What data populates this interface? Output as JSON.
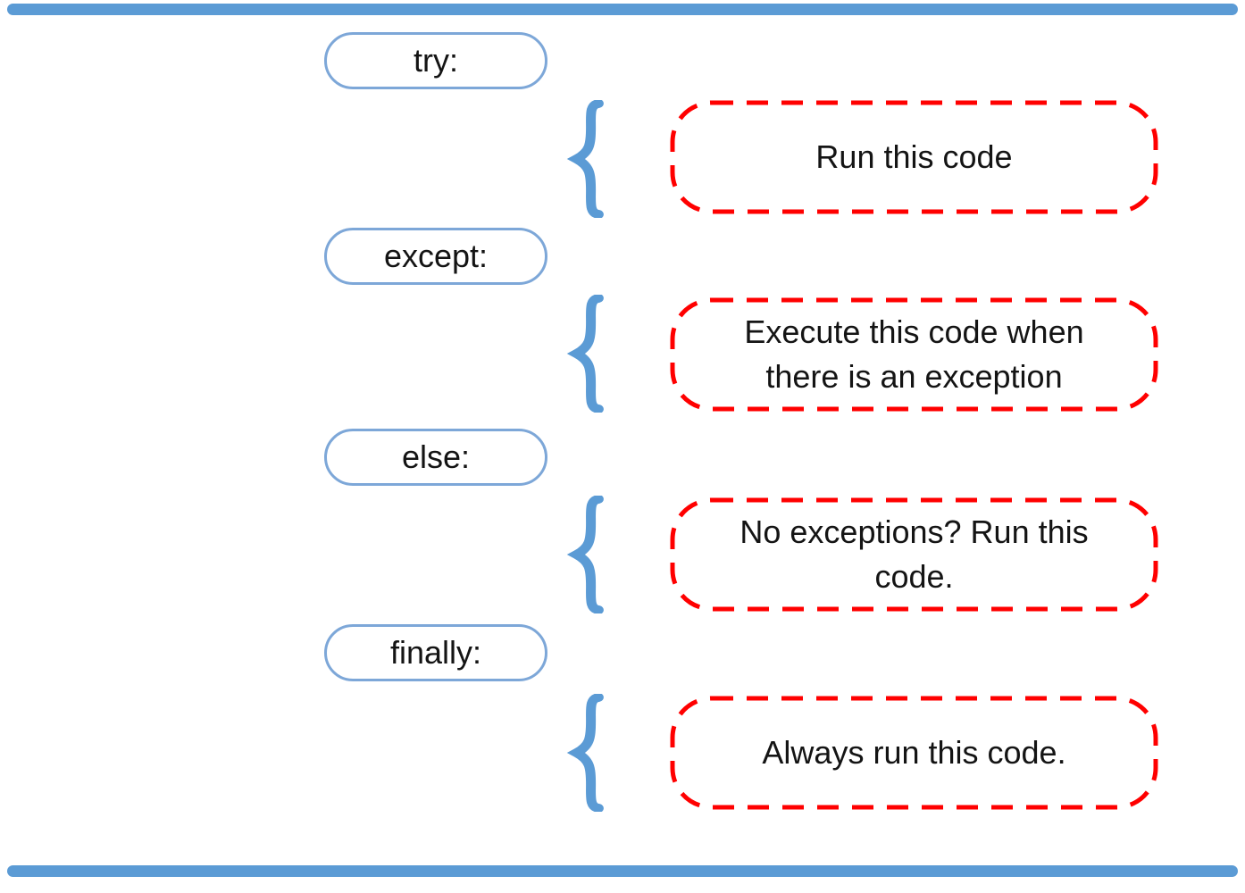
{
  "colors": {
    "bar_blue": "#5B9BD5",
    "pill_border_blue": "#7DA7D8",
    "dashed_red": "#FF0000",
    "text_black": "#141414"
  },
  "icons": {
    "curly_brace_glyph": "{"
  },
  "sections": [
    {
      "keyword": "try:",
      "description": "Run this code"
    },
    {
      "keyword": "except:",
      "description": "Execute this code when there is an exception"
    },
    {
      "keyword": "else:",
      "description": "No exceptions? Run this code."
    },
    {
      "keyword": "finally:",
      "description": "Always run this code."
    }
  ]
}
